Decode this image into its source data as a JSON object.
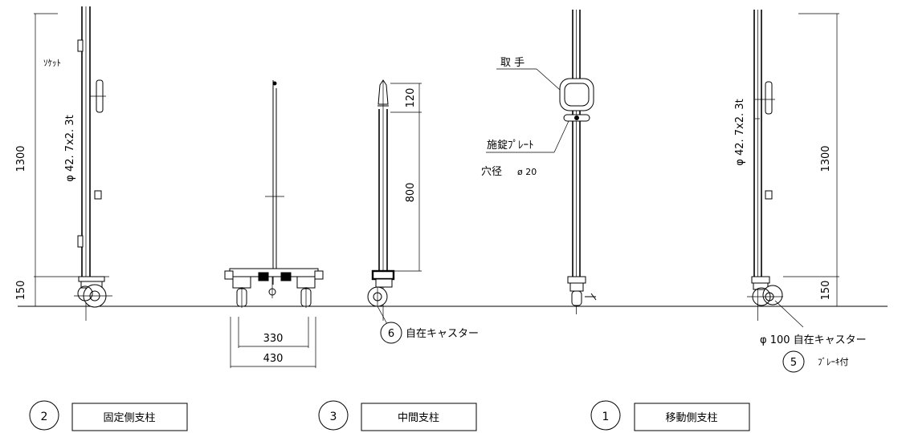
{
  "dimensions": {
    "left_total": "1300",
    "left_base": "150",
    "left_pipe": "φ 42. 7x2. 3t",
    "mid_top": "120",
    "mid_pipe": "800",
    "width_inner": "330",
    "width_outer": "430",
    "right_total": "1300",
    "right_base": "150",
    "right_pipe": "φ 42. 7x2. 3t"
  },
  "labels": {
    "socket": "ｿｹｯﾄ",
    "handle": "取 手",
    "lock_plate": "施錠ﾌﾟﾚｰﾄ",
    "hole": "穴径",
    "hole_size": "ø 20",
    "caster_num": "6",
    "caster": "自在キャスター",
    "caster_brake_dim": "φ 100 自在キャスター",
    "caster_brake_num": "5",
    "caster_brake": "ﾌﾞﾚｰｷ付"
  },
  "titles": [
    {
      "num": "2",
      "text": "固定側支柱"
    },
    {
      "num": "3",
      "text": "中間支柱"
    },
    {
      "num": "1",
      "text": "移動側支柱"
    }
  ]
}
